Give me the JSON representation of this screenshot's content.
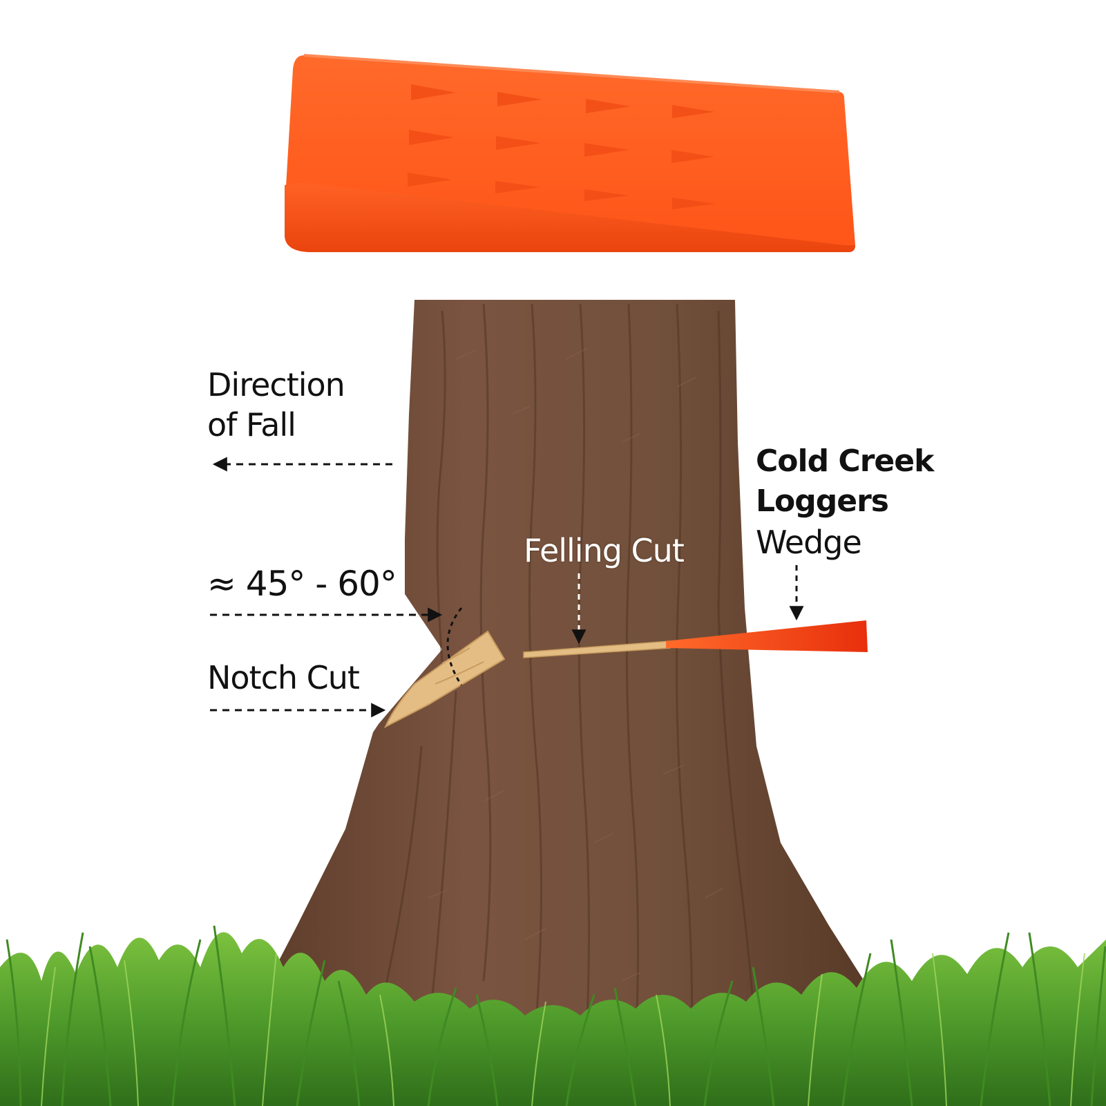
{
  "colors": {
    "wedge": "#ff5a1f",
    "wedge_highlight": "#ff7a3d",
    "wedge_shadow": "#e8420c",
    "bark": "#6f4a35",
    "bark_dark": "#4f3323",
    "cut_wood": "#e3bd83",
    "grass": "#4e9a2a",
    "grass_light": "#7cc23f",
    "annotation": "#111111"
  },
  "labels": {
    "direction_line1": "Direction",
    "direction_line2": "of Fall",
    "angle": "≈ 45° - 60°",
    "notch_cut": "Notch Cut",
    "felling_cut": "Felling Cut",
    "brand_line1": "Cold Creek",
    "brand_line2": "Loggers",
    "brand_line3": "Wedge"
  },
  "icons": {
    "product": "wedge-product-icon",
    "tree": "tree-trunk-icon",
    "ground": "grass-icon"
  }
}
